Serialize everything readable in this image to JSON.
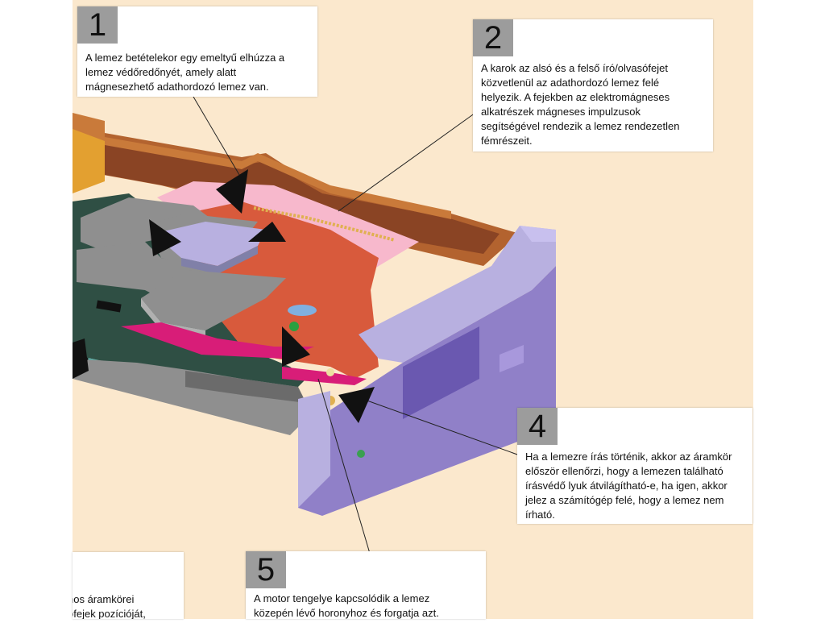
{
  "colors": {
    "page_bg": "#fbe8cd",
    "casing_top": "#b8b0e0",
    "casing_side": "#9080c8",
    "interior": "#b3632f",
    "red_plate": "#d85a3c",
    "pink": "#f7b8cc",
    "magenta": "#d81d78",
    "pcb": "#2f4f44",
    "metal": "#8f8f8f",
    "black": "#111111"
  },
  "callouts": [
    {
      "number": "1",
      "text": "A lemez betételekor egy emeltyű elhúzza a\nlemez védőredőnyét, amely alatt\nmágnesezhető adathordozó lemez van."
    },
    {
      "number": "2",
      "text": "A karok az alsó és a felső író/olvasófejet\nközvetlenül az adathordozó lemez felé\nhelyezik. A fejekben az elektromágneses\nalkatrészek mágneses impulzusok\nsegítségével rendezik a lemez rendezetlen\nfémrészeit."
    },
    {
      "number": "4",
      "text": "Ha a lemezre írás történik, akkor az áramkör\nelőször ellenőrzi, hogy a lemezen található\nírásvédő lyuk átvilágítható-e, ha igen, akkor\njelez a számítógép felé, hogy a lemez nem\nírható."
    },
    {
      "number": "5",
      "text": "A motor tengelye kapcsolódik a lemez\nközepén lévő horonyhoz és forgatja azt."
    },
    {
      "number": "",
      "text": "nos áramkörei\nófejek pozícióját,"
    }
  ]
}
